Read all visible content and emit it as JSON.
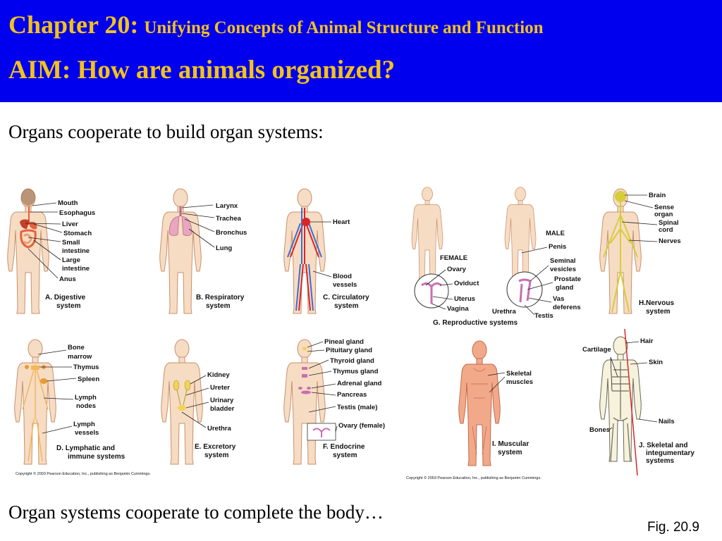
{
  "header": {
    "chapter": "Chapter 20:",
    "subtitle": "Unifying Concepts of Animal Structure and Function",
    "aim": "AIM: How are animals organized?"
  },
  "intro_text": "Organs cooperate to build organ systems:",
  "outro_text": "Organ systems cooperate to complete the body…",
  "figure_label": "Fig. 20.9",
  "copyright_left": "Copyright © 2003 Pearson Education, Inc., publishing as Benjamin Cummings.",
  "copyright_right": "Copyright © 2003 Pearson Education, Inc., publishing as Benjamin Cummings.",
  "colors": {
    "banner": "#0000ee",
    "title": "#f2c21b",
    "skin": "#f7dcc4",
    "skin_outline": "#c8906a",
    "digestive": "#e8603a",
    "respiratory": "#e8a7bd",
    "arteries": "#d8262a",
    "veins": "#3a6fd0",
    "nervous": "#d6cd3a",
    "muscle": "#f2a98a",
    "bone": "#f7f2dc",
    "lymph": "#f1b75a",
    "excretory": "#f2d35a",
    "endocrine": "#c86fb0"
  },
  "systems": [
    {
      "id": "A",
      "caption": [
        "A. Digestive",
        "system"
      ],
      "labels": [
        "Mouth",
        "Esophagus",
        "Liver",
        "Stomach",
        "Small",
        "intestine",
        "Large",
        "intestine",
        "Anus"
      ]
    },
    {
      "id": "B",
      "caption": [
        "B. Respiratory",
        "system"
      ],
      "labels": [
        "Larynx",
        "Trachea",
        "Bronchus",
        "Lung"
      ]
    },
    {
      "id": "C",
      "caption": [
        "C. Circulatory",
        "system"
      ],
      "labels": [
        "Heart",
        "Blood",
        "vessels"
      ]
    },
    {
      "id": "G",
      "caption": [
        "G. Reproductive systems"
      ],
      "labels": [
        "FEMALE",
        "Ovary",
        "Oviduct",
        "Uterus",
        "Vagina",
        "MALE",
        "Penis",
        "Seminal",
        "vesicles",
        "Prostate",
        "gland",
        "Vas",
        "deferens",
        "Urethra",
        "Testis"
      ]
    },
    {
      "id": "H",
      "caption": [
        "H.Nervous",
        "system"
      ],
      "labels": [
        "Brain",
        "Sense",
        "organ",
        "Spinal",
        "cord",
        "Nerves"
      ]
    },
    {
      "id": "D",
      "caption": [
        "D. Lymphatic and",
        "immune systems"
      ],
      "labels": [
        "Bone",
        "marrow",
        "Thymus",
        "Spleen",
        "Lymph",
        "nodes",
        "Lymph",
        "vessels"
      ]
    },
    {
      "id": "E",
      "caption": [
        "E. Excretory",
        "system"
      ],
      "labels": [
        "Kidney",
        "Ureter",
        "Urinary",
        "bladder",
        "Urethra"
      ]
    },
    {
      "id": "F",
      "caption": [
        "F. Endocrine",
        "system"
      ],
      "labels": [
        "Pineal gland",
        "Pituitary gland",
        "Thyroid gland",
        "Thymus gland",
        "Adrenal gland",
        "Pancreas",
        "Testis (male)",
        "Ovary (female)"
      ]
    },
    {
      "id": "I",
      "caption": [
        "I. Muscular",
        "system"
      ],
      "labels": [
        "Skeletal",
        "muscles"
      ]
    },
    {
      "id": "J",
      "caption": [
        "J. Skeletal and",
        "integumentary",
        "systems"
      ],
      "labels": [
        "Hair",
        "Cartilage",
        "Skin",
        "Bones",
        "Nails"
      ]
    }
  ]
}
